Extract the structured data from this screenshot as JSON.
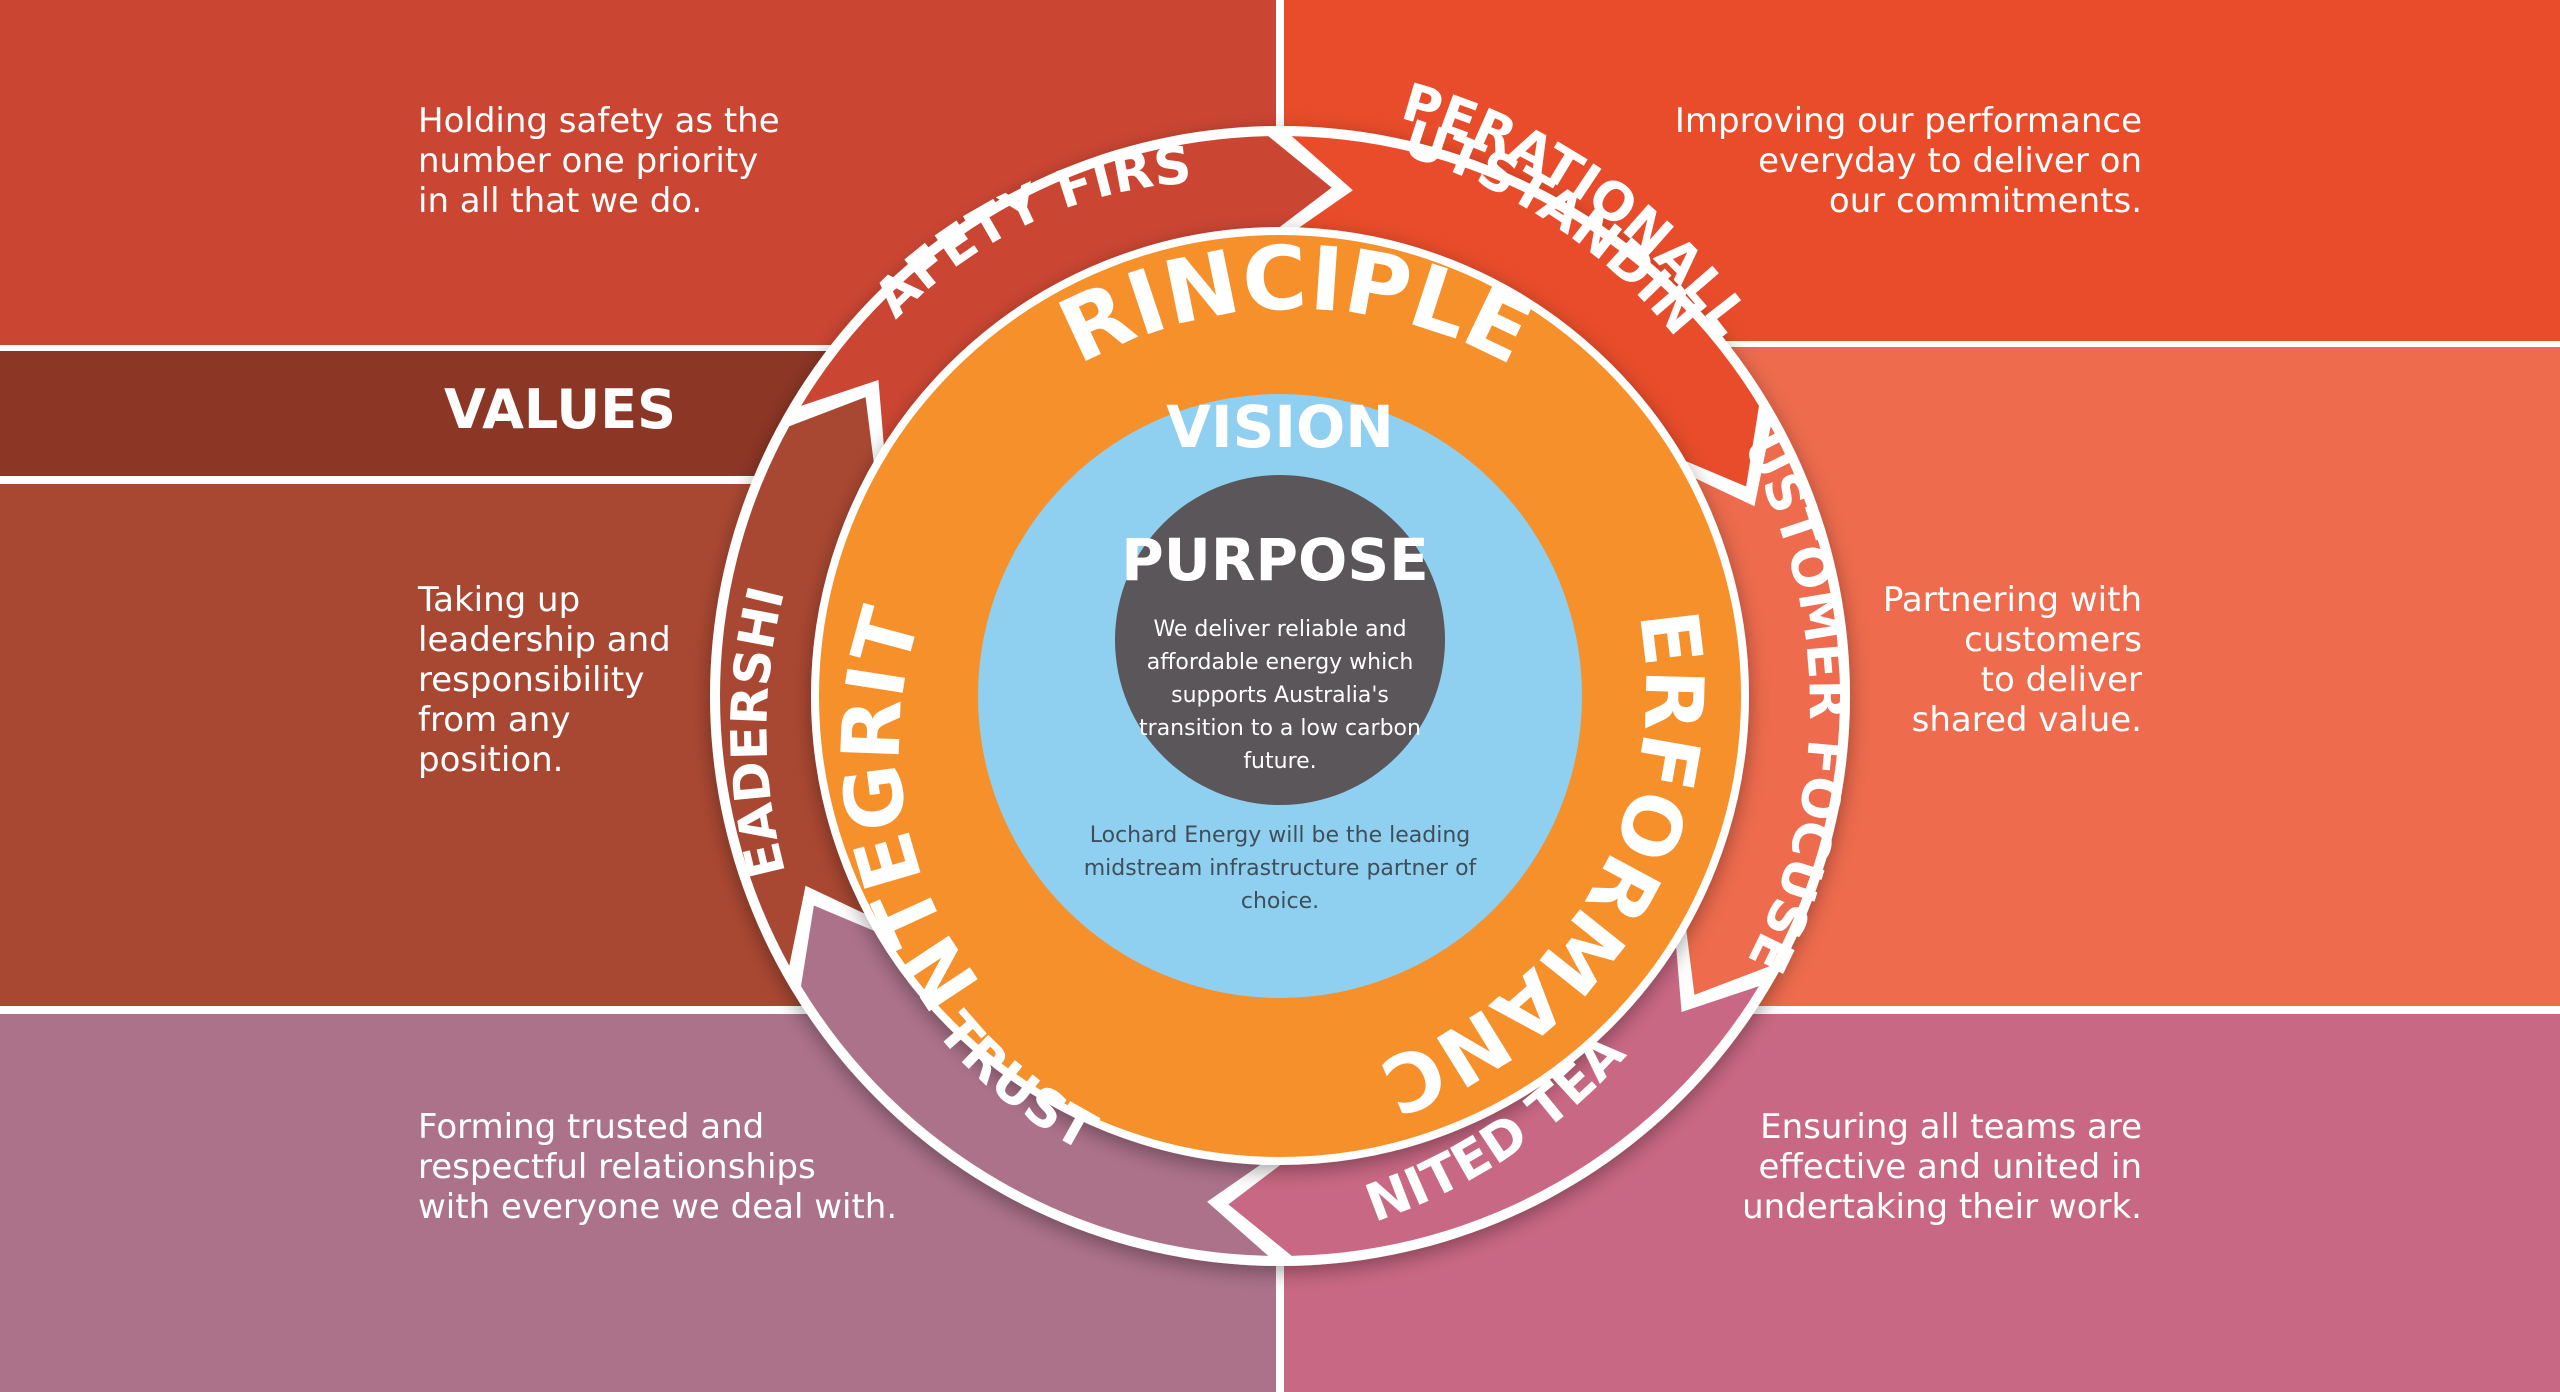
{
  "values_label": "VALUES",
  "principles_label": "PRINCIPLES",
  "vision": {
    "title": "VISION",
    "text": "Lochard Energy will be the leading midstream infrastructure partner of choice."
  },
  "purpose": {
    "title": "PURPOSE",
    "text": "We deliver reliable and affordable energy which supports Australia's transition to a low carbon future."
  },
  "principles": [
    {
      "label": "INTEGRITY"
    },
    {
      "label": "PERFORMANCE"
    }
  ],
  "values": [
    {
      "label": "SAFETY FIRST",
      "description": "Holding safety as the\nnumber one priority\nin all that we do."
    },
    {
      "label": "OPERATIONALLY OUTSTANDING",
      "line1": "OPERATIONALLY",
      "line2": "OUTSTANDING",
      "description": "Improving our performance\neveryday to deliver on\nour commitments."
    },
    {
      "label": "CUSTOMER FOCUSED",
      "description": "Partnering with\ncustomers\nto deliver\nshared value."
    },
    {
      "label": "UNITED TEAM",
      "description": "Ensuring all teams are\neffective and united in\nundertaking their work."
    },
    {
      "label": "TRUST",
      "description": "Forming trusted and\nrespectful relationships\nwith everyone we deal with."
    },
    {
      "label": "LEADERSHIP",
      "description": "Taking up\nleadership and\nresponsibility\nfrom any\nposition."
    }
  ],
  "colors": {
    "safety": "#CB4632",
    "operational": "#E84C2A",
    "customer": "#EE6B4D",
    "united": "#C96884",
    "trust": "#AC728A",
    "leadership": "#A94832",
    "values_bar": "#8C3626",
    "principles_ring": "#F5902A",
    "vision_disc": "#8FD0F0",
    "purpose_disc": "#5A5659",
    "vision_text": "#4B5A66"
  }
}
